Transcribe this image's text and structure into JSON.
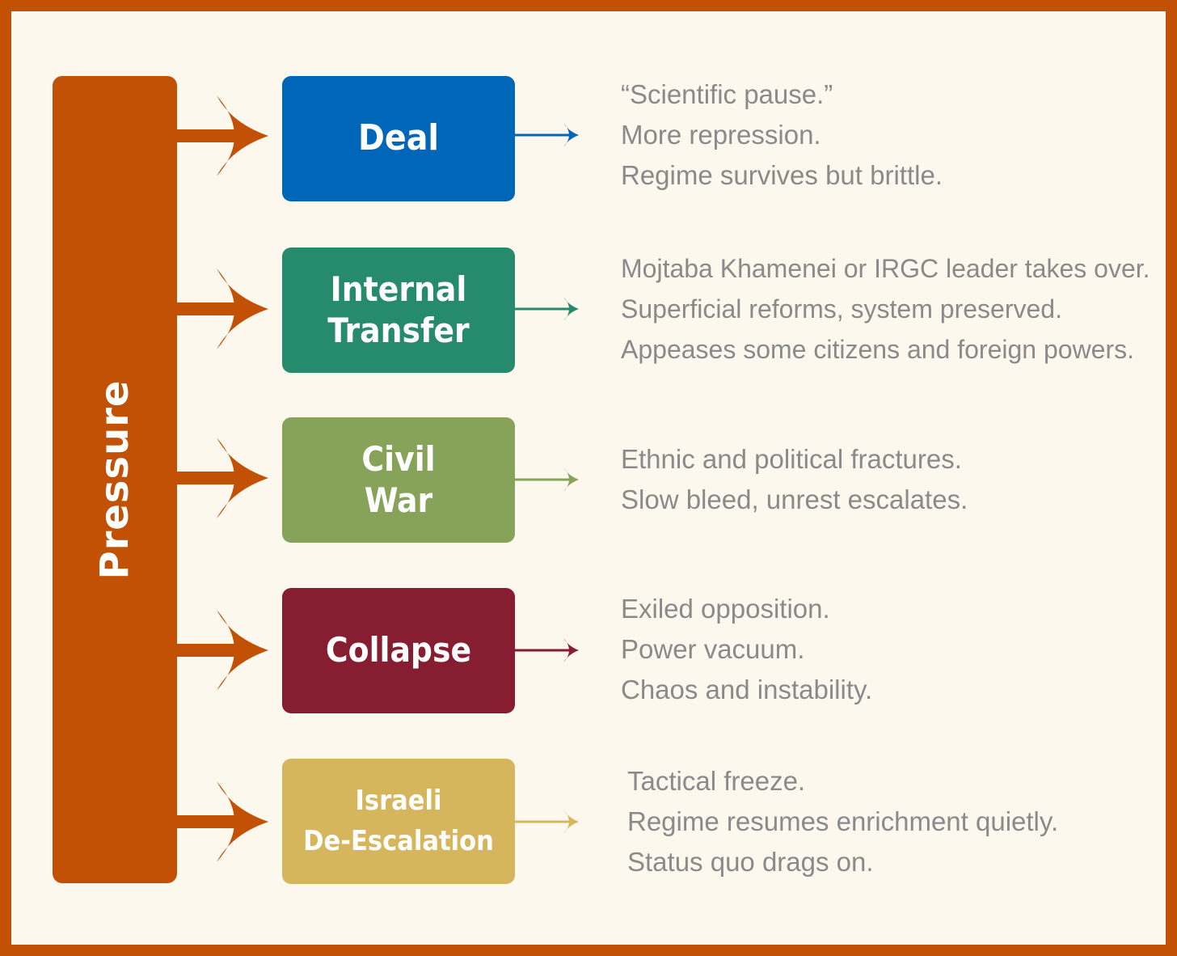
{
  "pressure": {
    "label": "Pressure",
    "color": "#c25106"
  },
  "outcomes": [
    {
      "title": "Deal",
      "color": "#0066b8",
      "lines": [
        "“Scientific pause.”",
        "More repression.",
        "Regime survives but brittle."
      ]
    },
    {
      "title": "Internal\nTransfer",
      "color": "#268a6c",
      "lines": [
        "Mojtaba Khamenei or IRGC leader takes over.",
        "Superficial reforms, system preserved.",
        "Appeases some citizens and foreign powers."
      ]
    },
    {
      "title": "Civil\nWar",
      "color": "#87a35a",
      "lines": [
        "Ethnic and political fractures.",
        "Slow bleed, unrest escalates."
      ]
    },
    {
      "title": "Collapse",
      "color": "#861d30",
      "lines": [
        "Exiled opposition.",
        "Power vacuum.",
        "Chaos and instability."
      ]
    },
    {
      "title": "Israeli\nDe-Escalation",
      "color": "#d6b65c",
      "lines": [
        "Tactical freeze.",
        "Regime resumes enrichment quietly.",
        "Status quo drags on."
      ]
    }
  ]
}
